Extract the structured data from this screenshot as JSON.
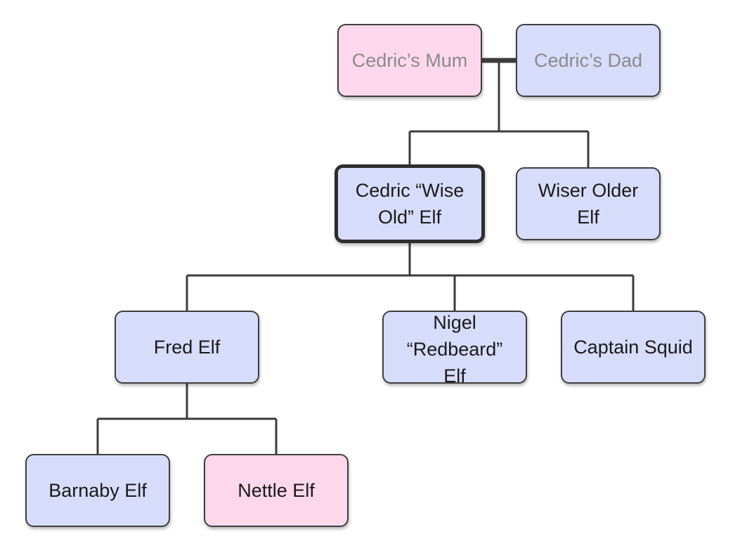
{
  "nodes": {
    "cedrics_mum": "Cedric’s Mum",
    "cedrics_dad": "Cedric’s Dad",
    "cedric": "Cedric “Wise Old” Elf",
    "wiser_older": "Wiser Older Elf",
    "fred": "Fred Elf",
    "nigel": "Nigel “Redbeard” Elf",
    "captain": "Captain Squid",
    "barnaby": "Barnaby Elf",
    "nettle": "Nettle Elf"
  },
  "colors": {
    "male_fill": "#d6dcfa",
    "female_fill": "#fdd8ec",
    "border": "#3f3f3f",
    "connector": "#3c3c3c",
    "faded_text": "#8a8a8a"
  }
}
